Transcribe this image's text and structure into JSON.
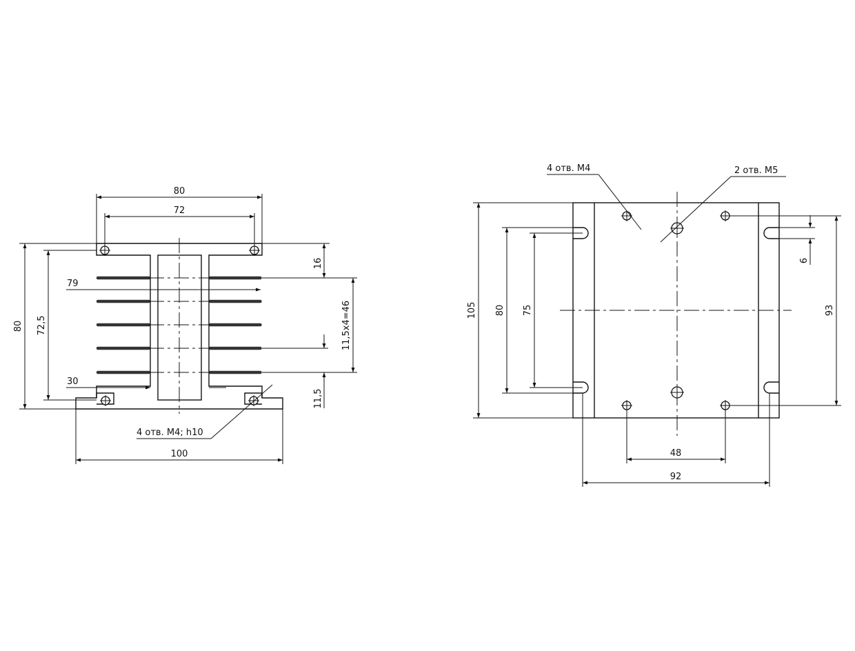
{
  "left_view": {
    "dims": {
      "w80": "80",
      "w72": "72",
      "d79": "79",
      "d30": "30",
      "w100": "100",
      "h16": "16",
      "pitch": "11,5x4=46",
      "h11_5": "11,5",
      "h80": "80",
      "h72_5": "72,5"
    },
    "note_holes": "4 отв. М4; h10"
  },
  "right_view": {
    "dims": {
      "h105": "105",
      "h80": "80",
      "h75": "75",
      "h93": "93",
      "h6": "6",
      "w48": "48",
      "w92": "92"
    },
    "note_m4": "4 отв. М4",
    "note_m5": "2 отв. М5"
  }
}
